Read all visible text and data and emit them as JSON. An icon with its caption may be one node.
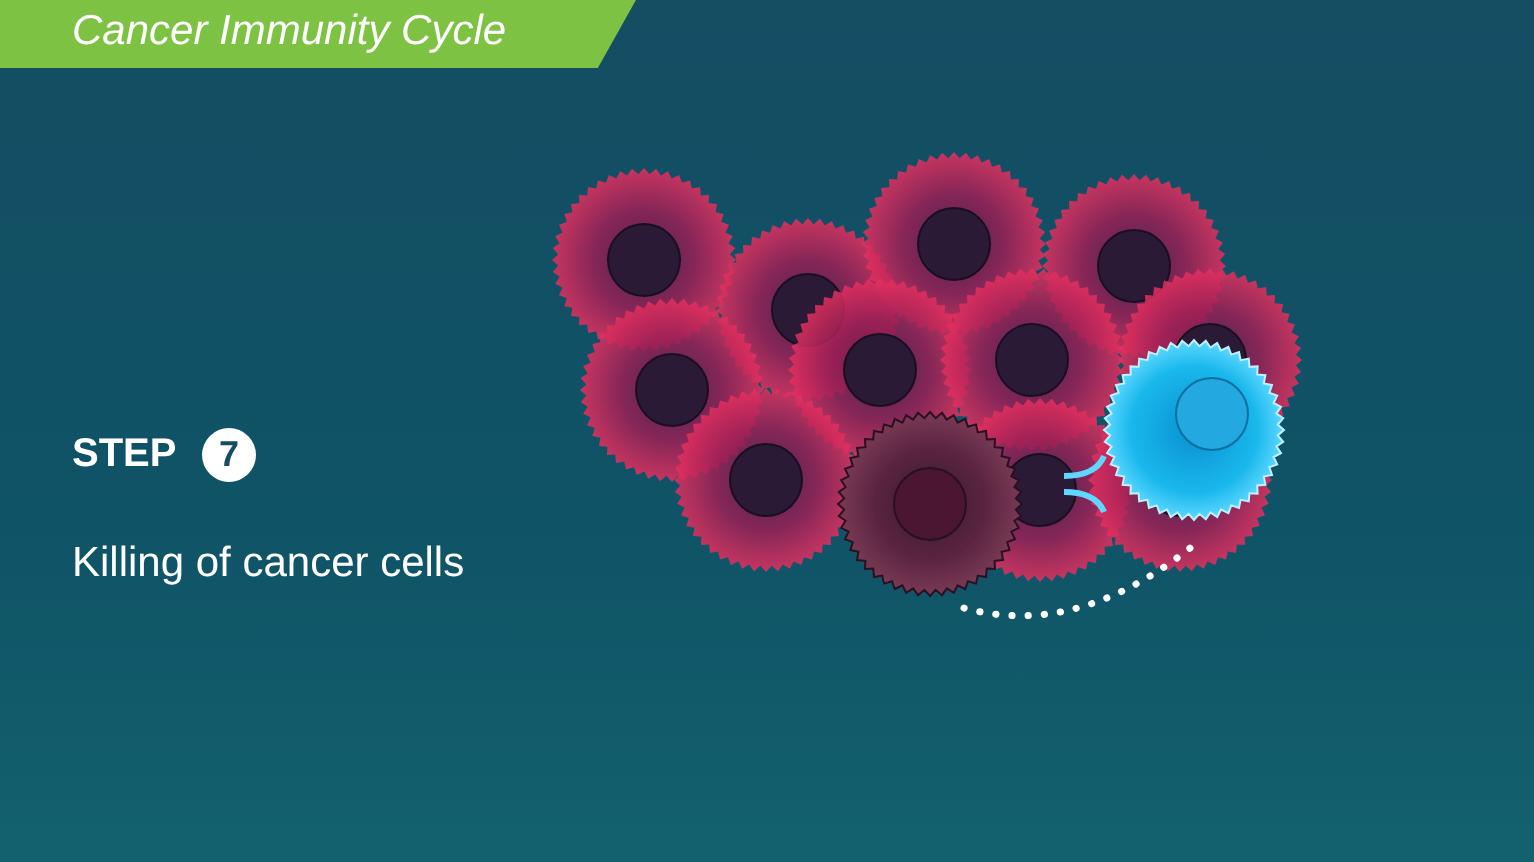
{
  "diagram": {
    "title": "Cancer Immunity Cycle",
    "labels": [
      "STEP",
      "7",
      "Killing of cancer cells"
    ]
  }
}
